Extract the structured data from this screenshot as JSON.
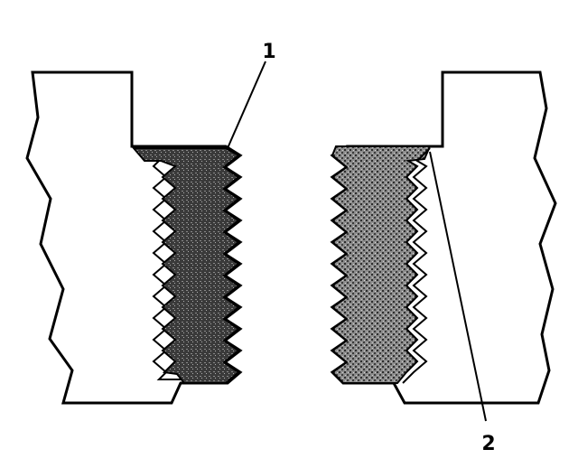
{
  "callouts": [
    {
      "id": "1",
      "label": "1"
    },
    {
      "id": "2",
      "label": "2"
    }
  ],
  "colors": {
    "line": "#000000",
    "background": "#ffffff",
    "thread_dark": "#4a4a4a",
    "thread_light": "#9a9a9a"
  }
}
